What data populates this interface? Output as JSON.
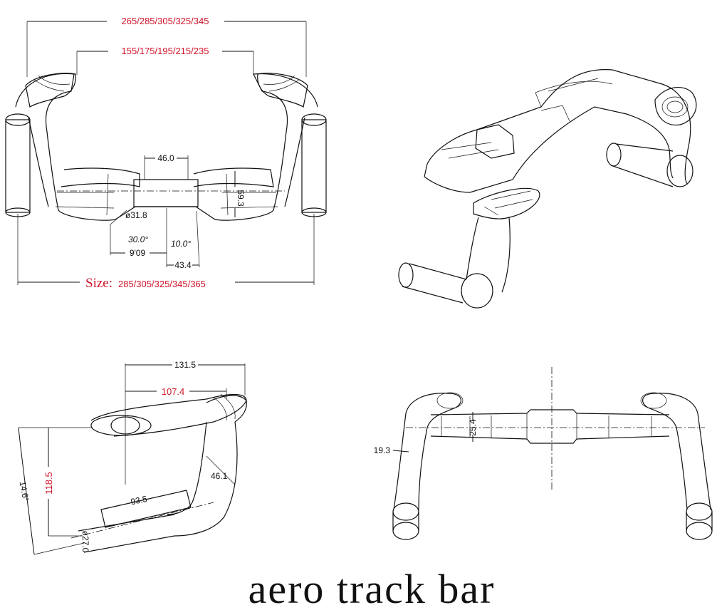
{
  "title": "aero track bar",
  "colors": {
    "dimension_red": "#d0142a",
    "line": "#111111",
    "background": "#ffffff"
  },
  "front_view": {
    "outer_top_width": "265/285/305/325/345",
    "inner_top_width": "155/175/195/215/235",
    "clamp_width": "46.0",
    "rise_height": "59.3",
    "clamp_diameter": "ø31.8",
    "angle_a": "30.0°",
    "angle_b": "10.0°",
    "offset_a": "9'09",
    "offset_b": "43.4",
    "size_label": "Size:",
    "size_values": "285/305/325/345/365"
  },
  "side_view": {
    "reach_total": "131.5",
    "reach": "107.4",
    "drop": "118.5",
    "drop_angle": "14.6°",
    "bend_dim": "46.1",
    "extension_length": "93.5",
    "extension_diameter": "ø27.0"
  },
  "top_view": {
    "clamp_thickness": "25.4",
    "grip_diameter": "19.3"
  }
}
